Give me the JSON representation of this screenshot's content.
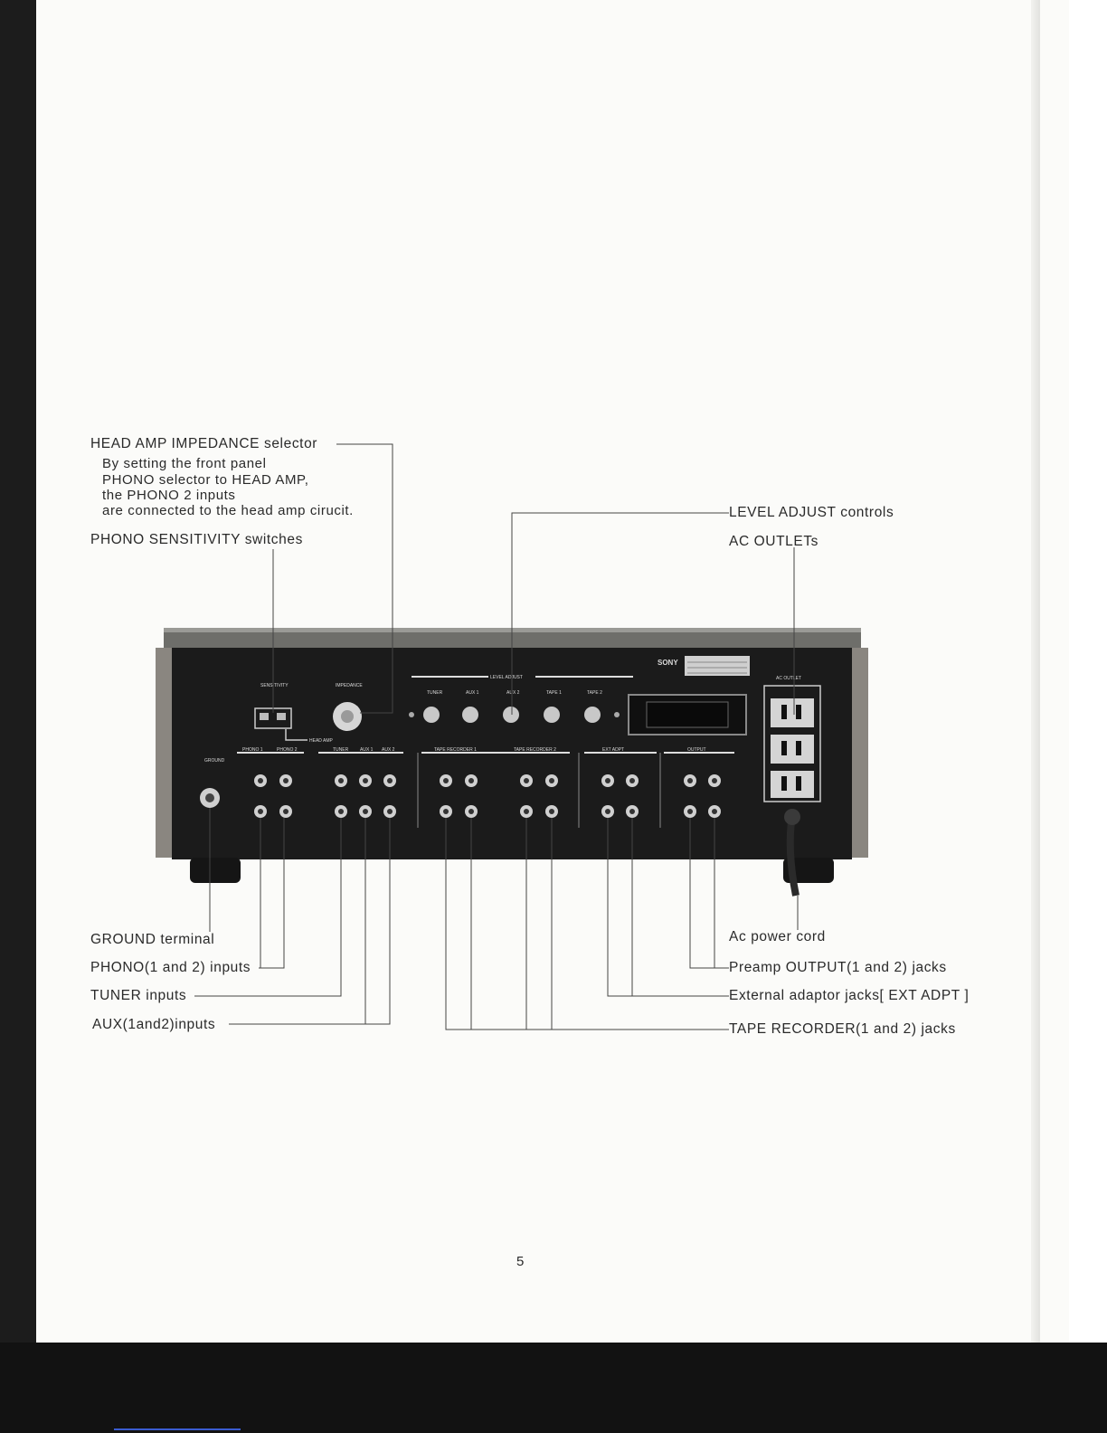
{
  "labels": {
    "head_amp": "HEAD AMP IMPEDANCE selector",
    "head_amp_desc": [
      "By setting the front panel",
      "PHONO selector to HEAD AMP,",
      "the PHONO 2 inputs",
      "are connected to the head amp cirucit."
    ],
    "phono_sensitivity": "PHONO SENSITIVITY switches",
    "level_adjust": "LEVEL ADJUST controls",
    "ac_outlets": "AC OUTLETs",
    "ground": "GROUND terminal",
    "phono_inputs": "PHONO(1 and 2) inputs",
    "tuner_inputs": "TUNER inputs",
    "aux_inputs": "AUX(1and2)inputs",
    "ac_cord": "Ac power cord",
    "preamp_output": "Preamp OUTPUT(1 and 2) jacks",
    "ext_adpt": "External adaptor jacks[ EXT ADPT ]",
    "tape_recorder": "TAPE RECORDER(1 and 2) jacks"
  },
  "panel": {
    "brand": "SONY",
    "sensitivity": "SENSITIVITY",
    "impedance": "IMPEDANCE",
    "head_amp": "HEAD AMP",
    "ground": "GROUND",
    "level_adjust": "LEVEL ADJUST",
    "knobs": [
      "TUNER",
      "AUX 1",
      "AUX 2",
      "TAPE 1",
      "TAPE 2"
    ],
    "ac_outlet": "AC OUTLET",
    "groups": [
      "PHONO 1",
      "PHONO 2",
      "TUNER",
      "AUX 1",
      "AUX 2",
      "TAPE RECORDER 1",
      "TAPE RECORDER 2",
      "EXT ADPT",
      "OUTPUT"
    ]
  },
  "page_number": "5"
}
